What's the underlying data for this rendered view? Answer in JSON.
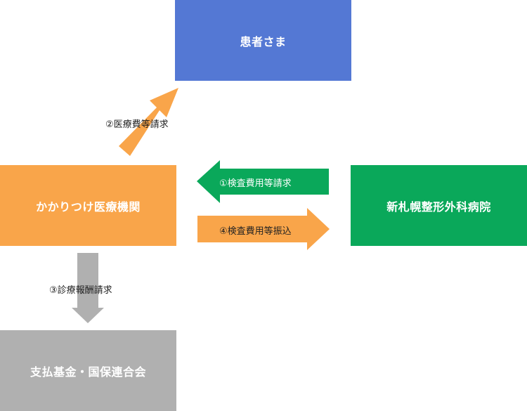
{
  "nodes": {
    "patient": {
      "label": "患者さま",
      "color": "#5478d4"
    },
    "clinic": {
      "label": "かかりつけ医療機関",
      "color": "#f9a54a"
    },
    "hospital": {
      "label": "新札幌整形外科病院",
      "color": "#0aa85a"
    },
    "fund": {
      "label": "支払基金・国保連合会",
      "color": "#b0b0b0"
    }
  },
  "arrows": {
    "exam_bill": {
      "label": "①検査費用等請求",
      "color": "#0aa85a"
    },
    "medical_bill": {
      "label": "②医療費等請求",
      "color": "#f9a54a"
    },
    "remuneration": {
      "label": "③診療報酬請求",
      "color": "#b0b0b0"
    },
    "exam_pay": {
      "label": "④検査費用等振込",
      "color": "#f9a54a"
    }
  }
}
